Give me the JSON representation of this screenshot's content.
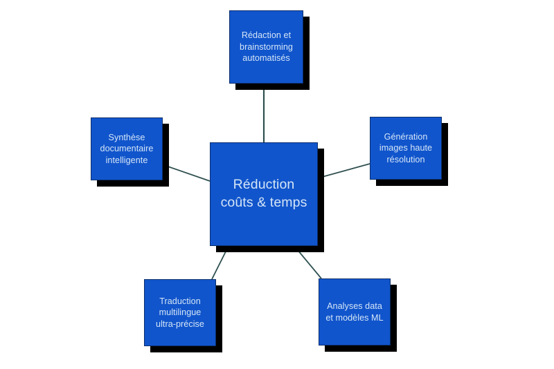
{
  "diagram": {
    "type": "hub-and-spoke",
    "background_color": "#ffffff",
    "node_fill_color": "#1155cc",
    "node_border_color": "#0b2e6b",
    "node_text_color": "#d4e6f7",
    "shadow_color": "#000000",
    "edge_color": "#2f4f4f",
    "central": {
      "label": "Réduction\ncoûts & temps"
    },
    "satellites": [
      {
        "id": "top",
        "label": "Rédaction et\nbrainstorming\nautomatisés"
      },
      {
        "id": "left",
        "label": "Synthèse\ndocumentaire\nintelligente"
      },
      {
        "id": "right",
        "label": "Génération\nimages haute\nrésolution"
      },
      {
        "id": "bottom-left",
        "label": "Traduction\nmultilingue\nultra-précise"
      },
      {
        "id": "bottom-right",
        "label": "Analyses data\net modèles ML"
      }
    ]
  }
}
